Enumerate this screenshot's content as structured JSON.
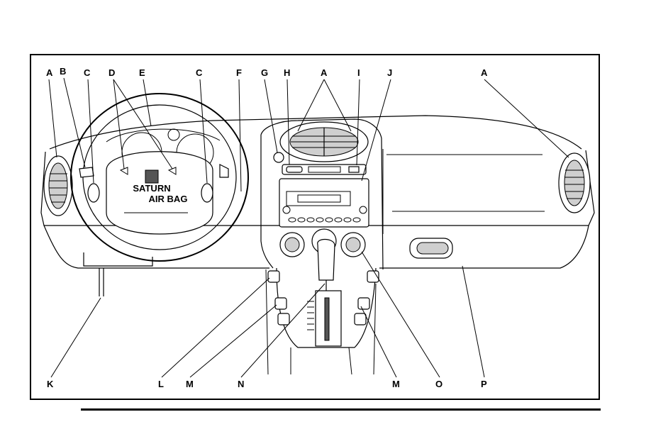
{
  "figure": {
    "callouts": {
      "top": [
        {
          "id": "A1",
          "label": "A"
        },
        {
          "id": "B",
          "label": "B"
        },
        {
          "id": "C1",
          "label": "C"
        },
        {
          "id": "D",
          "label": "D"
        },
        {
          "id": "E",
          "label": "E"
        },
        {
          "id": "C2",
          "label": "C"
        },
        {
          "id": "F",
          "label": "F"
        },
        {
          "id": "G",
          "label": "G"
        },
        {
          "id": "H",
          "label": "H"
        },
        {
          "id": "A2",
          "label": "A"
        },
        {
          "id": "I",
          "label": "I"
        },
        {
          "id": "J",
          "label": "J"
        },
        {
          "id": "A3",
          "label": "A"
        }
      ],
      "bottom": [
        {
          "id": "K",
          "label": "K"
        },
        {
          "id": "L",
          "label": "L"
        },
        {
          "id": "M1",
          "label": "M"
        },
        {
          "id": "N",
          "label": "N"
        },
        {
          "id": "M2",
          "label": "M"
        },
        {
          "id": "O",
          "label": "O"
        },
        {
          "id": "P",
          "label": "P"
        }
      ]
    },
    "airbag_text": "AIR BAG",
    "logo_text": "SATURN"
  }
}
